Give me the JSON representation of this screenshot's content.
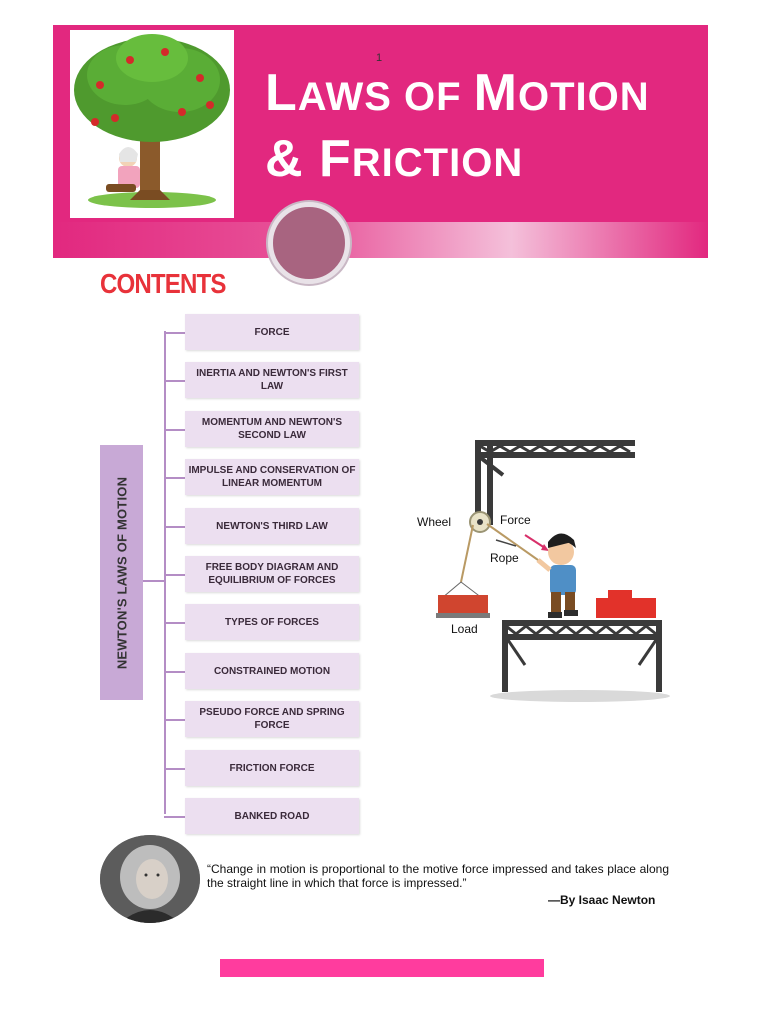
{
  "page": {
    "number": "1"
  },
  "header": {
    "title_line1_cap1": "L",
    "title_line1_rest1": "AWS OF ",
    "title_line1_cap2": "M",
    "title_line1_rest2": "OTION",
    "title_line2_prefix": "& ",
    "title_line2_cap": "F",
    "title_line2_rest": "RICTION",
    "accent_color": "#e2287f"
  },
  "contents": {
    "heading": "CONTENTS",
    "group_label": "NEWTON'S LAWS OF MOTION",
    "topics": [
      "FORCE",
      "INERTIA AND NEWTON'S FIRST LAW",
      "MOMENTUM AND NEWTON'S SECOND LAW",
      "IMPULSE AND CONSERVATION OF LINEAR MOMENTUM",
      "NEWTON'S THIRD LAW",
      "FREE BODY DIAGRAM AND EQUILIBRIUM OF FORCES",
      "TYPES OF FORCES",
      "CONSTRAINED MOTION",
      "PSEUDO FORCE AND SPRING FORCE",
      "FRICTION FORCE",
      "BANKED ROAD"
    ]
  },
  "illustration": {
    "wheel_label": "Wheel",
    "force_label": "Force",
    "rope_label": "Rope",
    "load_label": "Load"
  },
  "quote": {
    "text": "“Change in motion is proportional to the motive force impressed and takes place along the straight line in which that force is impressed.”",
    "attribution": "—By Isaac Newton"
  }
}
